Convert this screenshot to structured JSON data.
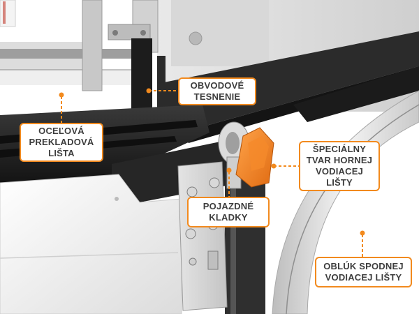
{
  "callouts": [
    {
      "id": "perimeter-seal",
      "lines": [
        "OBVODOVÉ",
        "TESNENIE"
      ]
    },
    {
      "id": "steel-lintel",
      "lines": [
        "OCEĽOVÁ",
        "PREKLADOVÁ",
        "LIŠTA"
      ]
    },
    {
      "id": "special-top-rail",
      "lines": [
        "ŠPECIÁLNY",
        "TVAR HORNEJ",
        "VODIACEJ",
        "LIŠTY"
      ]
    },
    {
      "id": "rollers",
      "lines": [
        "POJAZDNÉ",
        "KLADKY"
      ]
    },
    {
      "id": "bottom-rail-arc",
      "lines": [
        "OBLÚK SPODNEJ",
        "VODIACEJ LIŠTY"
      ]
    }
  ],
  "colors": {
    "accent": "#f28a1e",
    "text": "#3d3d3d",
    "frame": "#1f1f1f",
    "panel": "#f2f2f2"
  }
}
